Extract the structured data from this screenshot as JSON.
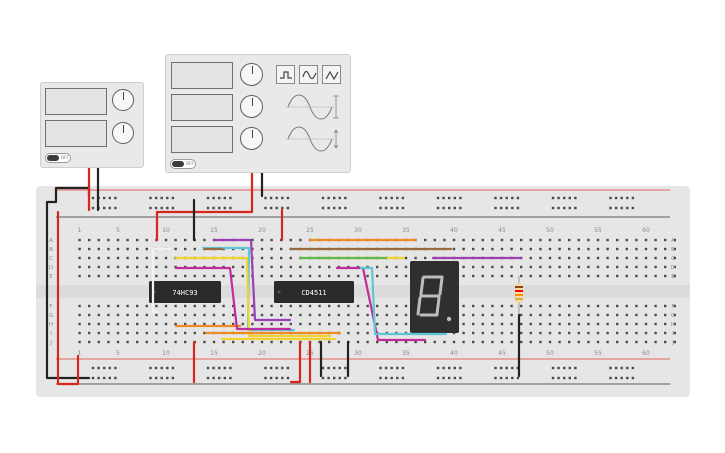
{
  "colors": {
    "board": "#e6e6e6",
    "board_strip": "#dcdcdc",
    "hole": "#4a4a4a",
    "rail_red": "#e33b2e",
    "rail_black": "#2b2b2b",
    "chip": "#2a2a2a",
    "display": "#2f2f2f",
    "wire_red": "#d7261e",
    "wire_black": "#222222",
    "wire_purple": "#9b3fb5",
    "wire_cyan": "#5fc6d4",
    "wire_yellow": "#f2d230",
    "wire_orange": "#f08a24",
    "wire_green": "#5dbb4c",
    "wire_brown": "#9a6a3c",
    "wire_magenta": "#c02c9e",
    "wire_white": "#f2f2f2"
  },
  "chips": [
    {
      "id": "counter",
      "label": "74HC93",
      "col": 13
    },
    {
      "id": "decoder",
      "label": "CD4511",
      "col": 25
    }
  ],
  "breadboard": {
    "column_numbers": [
      "1",
      "5",
      "10",
      "15",
      "20",
      "25",
      "30",
      "35",
      "40",
      "45",
      "50",
      "55",
      "60"
    ],
    "row_letters_top": [
      "A",
      "B",
      "C",
      "D",
      "E"
    ],
    "row_letters_bottom": [
      "F",
      "G",
      "H",
      "I",
      "J"
    ]
  },
  "instruments": {
    "dc_power_supply": {
      "switch_label": "OFF",
      "knobs": 2
    },
    "function_generator": {
      "switch_label": "OFF",
      "knobs": 3,
      "waveforms": [
        "square-wave-icon",
        "triangle-wave-icon",
        "sine-wave-icon"
      ]
    }
  },
  "display": {
    "type": "seven-segment",
    "segments_lit": []
  },
  "resistor": {
    "bands": [
      "#8b4513",
      "#ff0000",
      "#ff8c00",
      "#d4af37"
    ]
  }
}
